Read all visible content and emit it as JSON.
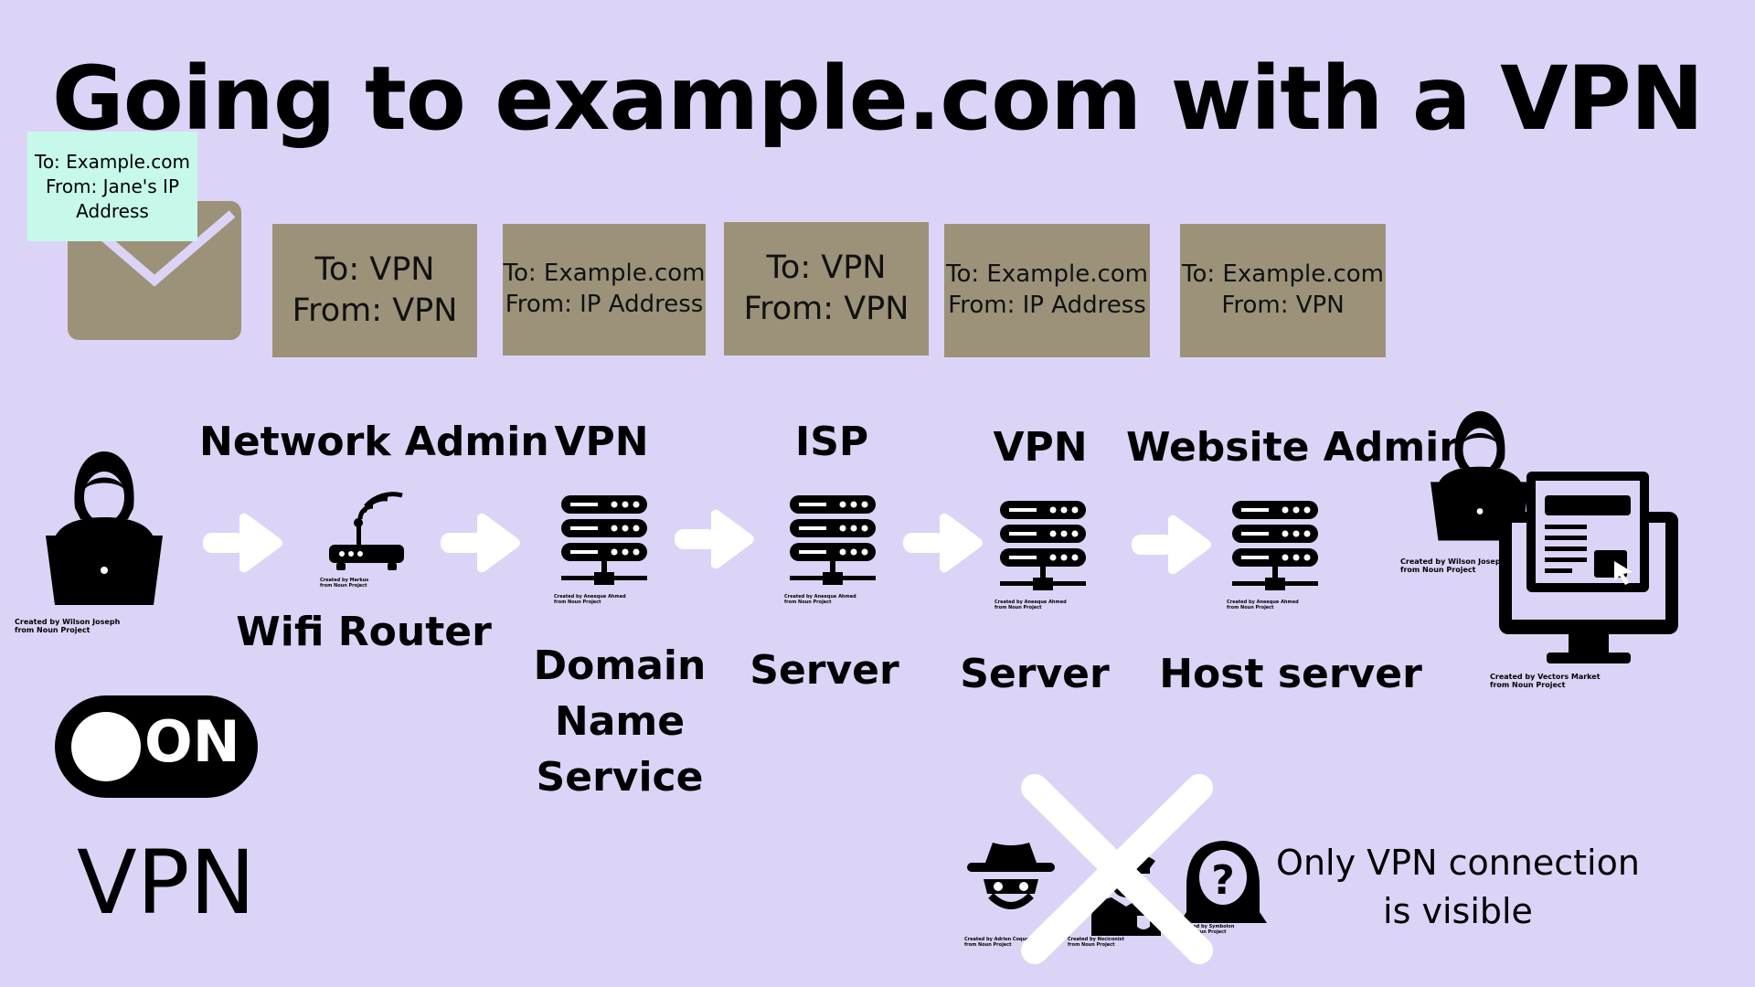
{
  "title": "Going to example.com with a VPN",
  "note": {
    "line1": "To: Example.com",
    "line2": "From: Jane's IP",
    "line3": "Address"
  },
  "packets": [
    {
      "to": "To: VPN",
      "from": "From: VPN"
    },
    {
      "to": "To: Example.com",
      "from": "From: IP Address"
    },
    {
      "to": "To: VPN",
      "from": "From: VPN"
    },
    {
      "to": "To: Example.com",
      "from": "From: IP Address"
    },
    {
      "to": "To: Example.com",
      "from": "From: VPN"
    }
  ],
  "nodes": {
    "network_admin": {
      "top": "Network Admin",
      "bottom": "Wifi Router"
    },
    "vpn_dns": {
      "top": "VPN",
      "bottom1": "Domain",
      "bottom2": "Name",
      "bottom3": "Service"
    },
    "isp": {
      "top": "ISP",
      "bottom": "Server"
    },
    "vpn_server": {
      "top": "VPN",
      "bottom": "Server"
    },
    "website_admin": {
      "top": "Website Admin",
      "bottom": "Host server"
    }
  },
  "credits": {
    "wilson": {
      "line1": "Created by Wilson Joseph",
      "line2": "from Noun Project"
    },
    "markus": {
      "line1": "Created by Markus",
      "line2": "from Noun Project"
    },
    "aneeque": {
      "line1": "Created by Aneeque Ahmed",
      "line2": "from Noun Project"
    },
    "vectors": {
      "line1": "Created by Vectors Market",
      "line2": "from Noun Project"
    },
    "adrien": {
      "line1": "Created by Adrien Coquet",
      "line2": "from Noun Project"
    },
    "nociconist": {
      "line1": "Created by Nociconist",
      "line2": "from Noun Project"
    },
    "symbolon": {
      "line1": "Created by Symbolon",
      "line2": "from Noun Project"
    }
  },
  "toggle": {
    "state": "ON"
  },
  "vpn_label": "VPN",
  "visible_note": {
    "line1": "Only VPN connection",
    "line2": "is visible"
  },
  "colors": {
    "background": "#dcd4f7",
    "packet": "#9c9279",
    "note": "#c6f9ea",
    "arrow": "#ffffff",
    "x_mark": "#ffffff"
  }
}
